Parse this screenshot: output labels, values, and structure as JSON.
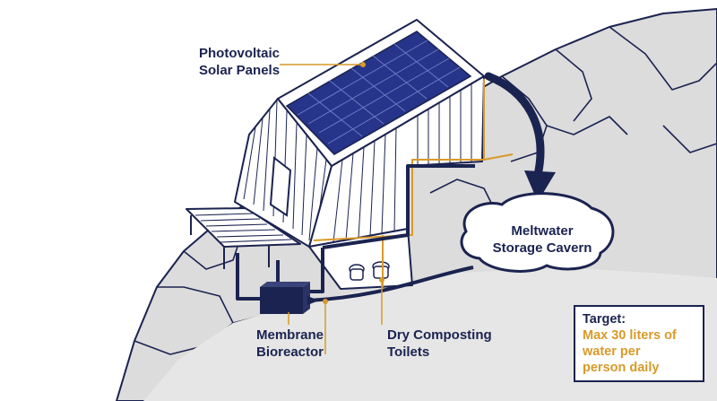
{
  "labels": {
    "solar_panels": [
      "Photovoltaic",
      "Solar Panels"
    ],
    "meltwater": [
      "Meltwater",
      "Storage Cavern"
    ],
    "bioreactor": [
      "Membrane",
      "Bioreactor"
    ],
    "toilets": [
      "Dry Composting",
      "Toilets"
    ]
  },
  "target": {
    "title": "Target:",
    "lines": [
      "Max 30 liters of",
      "water per",
      "person daily"
    ]
  },
  "colors": {
    "navy": "#1b2350",
    "gold": "#d89a2a",
    "rock": "#dcdcdc",
    "panel": "#26348a"
  }
}
